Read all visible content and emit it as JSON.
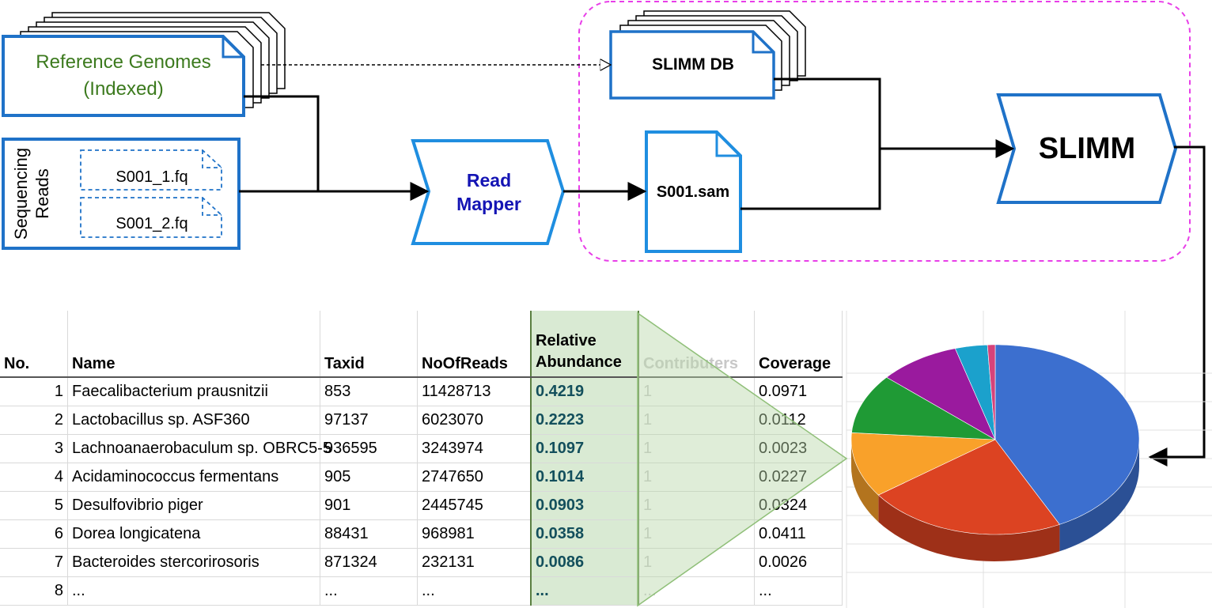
{
  "nodes": {
    "reference_genomes": {
      "line1": "Reference Genomes",
      "line2": "(Indexed)"
    },
    "sequencing_reads": {
      "label_line1": "Sequencing",
      "label_line2": "Reads",
      "file1": "S001_1.fq",
      "file2": "S001_2.fq"
    },
    "read_mapper": {
      "line1": "Read",
      "line2": "Mapper"
    },
    "slimm_db": "SLIMM DB",
    "sam_file": "S001.sam",
    "slimm": "SLIMM"
  },
  "table": {
    "headers": {
      "no": "No.",
      "name": "Name",
      "taxid": "Taxid",
      "reads": "NoOfReads",
      "rel_line1": "Relative",
      "rel_line2": "Abundance",
      "contrib": "Contributers",
      "coverage": "Coverage"
    },
    "rows": [
      {
        "no": "1",
        "name": "Faecalibacterium prausnitzii",
        "taxid": "853",
        "reads": "11428713",
        "rel": "0.4219",
        "contrib": "1",
        "coverage": "0.0971"
      },
      {
        "no": "2",
        "name": "Lactobacillus sp. ASF360",
        "taxid": "97137",
        "reads": "6023070",
        "rel": "0.2223",
        "contrib": "1",
        "coverage": "0.0112"
      },
      {
        "no": "3",
        "name": "Lachnoanaerobaculum sp. OBRC5-5",
        "taxid": "936595",
        "reads": "3243974",
        "rel": "0.1097",
        "contrib": "1",
        "coverage": "0.0023"
      },
      {
        "no": "4",
        "name": "Acidaminococcus fermentans",
        "taxid": "905",
        "reads": "2747650",
        "rel": "0.1014",
        "contrib": "1",
        "coverage": "0.0227"
      },
      {
        "no": "5",
        "name": "Desulfovibrio piger",
        "taxid": "901",
        "reads": "2445745",
        "rel": "0.0903",
        "contrib": "1",
        "coverage": "0.0324"
      },
      {
        "no": "6",
        "name": "Dorea longicatena",
        "taxid": "88431",
        "reads": "968981",
        "rel": "0.0358",
        "contrib": "1",
        "coverage": "0.0411"
      },
      {
        "no": "7",
        "name": "Bacteroides stercorirosoris",
        "taxid": "871324",
        "reads": "232131",
        "rel": "0.0086",
        "contrib": "1",
        "coverage": "0.0026"
      },
      {
        "no": "8",
        "name": "...",
        "taxid": "...",
        "reads": "...",
        "rel": "...",
        "contrib": "...",
        "coverage": "..."
      }
    ]
  },
  "chart_data": {
    "type": "pie",
    "values": [
      0.4219,
      0.2223,
      0.1097,
      0.1014,
      0.0903,
      0.0358,
      0.0086
    ],
    "colors": [
      "#3c6fcf",
      "#dc4322",
      "#f9a12a",
      "#1f9a35",
      "#9a1a9e",
      "#1ba1cc",
      "#d6437a"
    ],
    "style": "3d"
  }
}
